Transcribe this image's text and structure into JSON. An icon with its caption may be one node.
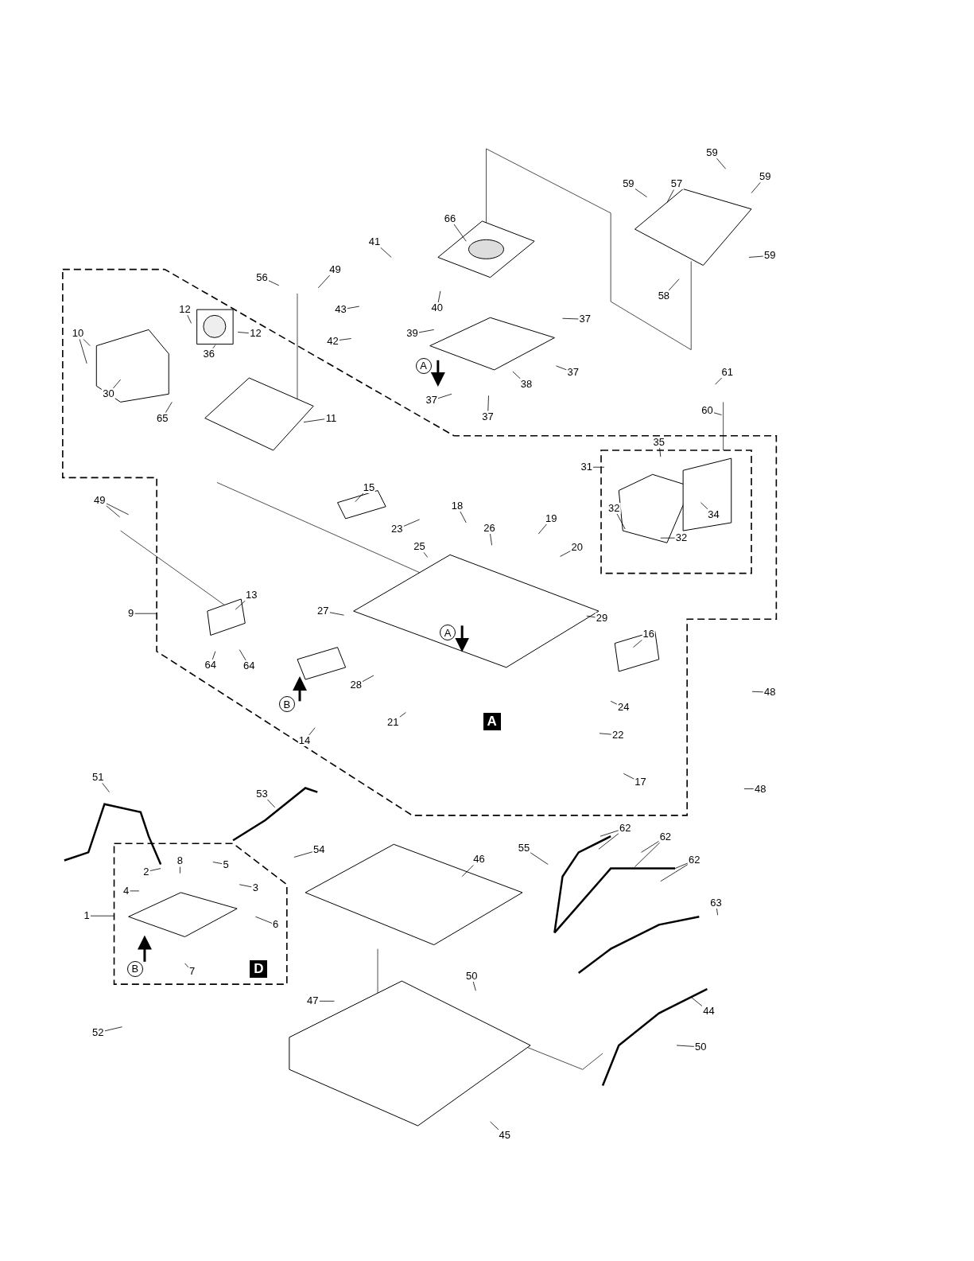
{
  "diagram": {
    "nodes": [
      {
        "text": [
          "59"
        ]
      },
      {
        "text": [
          "59"
        ]
      },
      {
        "text": [
          "57"
        ]
      },
      {
        "text": [
          "59"
        ]
      },
      {
        "text": [
          "59"
        ]
      },
      {
        "text": [
          "58"
        ]
      },
      {
        "text": [
          "66"
        ]
      },
      {
        "text": [
          "41"
        ]
      },
      {
        "text": [
          "49"
        ]
      },
      {
        "text": [
          "56"
        ]
      },
      {
        "text": [
          "43"
        ]
      },
      {
        "text": [
          "40"
        ]
      },
      {
        "text": [
          "39"
        ]
      },
      {
        "text": [
          "37"
        ]
      },
      {
        "text": [
          "42"
        ]
      },
      {
        "text": [
          "12"
        ]
      },
      {
        "text": [
          "12"
        ]
      },
      {
        "text": [
          "10"
        ]
      },
      {
        "text": [
          "36"
        ]
      },
      {
        "text": [
          "30"
        ]
      },
      {
        "text": [
          "65"
        ]
      },
      {
        "text": [
          "11"
        ]
      },
      {
        "text": [
          "37"
        ]
      },
      {
        "text": [
          "38"
        ]
      },
      {
        "text": [
          "37"
        ]
      },
      {
        "text": [
          "37"
        ]
      },
      {
        "text": [
          "61"
        ]
      },
      {
        "text": [
          "60"
        ]
      },
      {
        "text": [
          "31"
        ]
      },
      {
        "text": [
          "35"
        ]
      },
      {
        "text": [
          "32"
        ]
      },
      {
        "text": [
          "34"
        ]
      },
      {
        "text": [
          "32"
        ]
      },
      {
        "text": [
          "15"
        ]
      },
      {
        "text": [
          "18"
        ]
      },
      {
        "text": [
          "26"
        ]
      },
      {
        "text": [
          "19"
        ]
      },
      {
        "text": [
          "23"
        ]
      },
      {
        "text": [
          "25"
        ]
      },
      {
        "text": [
          "20"
        ]
      },
      {
        "text": [
          "49"
        ]
      },
      {
        "text": [
          "13"
        ]
      },
      {
        "text": [
          "9"
        ]
      },
      {
        "text": [
          "29"
        ]
      },
      {
        "text": [
          "27"
        ]
      },
      {
        "text": [
          "16"
        ]
      },
      {
        "text": [
          "64"
        ]
      },
      {
        "text": [
          "64"
        ]
      },
      {
        "text": [
          "28"
        ]
      },
      {
        "text": [
          "48"
        ]
      },
      {
        "text": [
          "24"
        ]
      },
      {
        "text": [
          "21"
        ]
      },
      {
        "text": [
          "22"
        ]
      },
      {
        "text": [
          "14"
        ]
      },
      {
        "text": [
          "17"
        ]
      },
      {
        "text": [
          "48"
        ]
      },
      {
        "text": [
          "51"
        ]
      },
      {
        "text": [
          "53"
        ]
      },
      {
        "text": [
          "62"
        ]
      },
      {
        "text": [
          "62"
        ]
      },
      {
        "text": [
          "62"
        ]
      },
      {
        "text": [
          "55"
        ]
      },
      {
        "text": [
          "54"
        ]
      },
      {
        "text": [
          "46"
        ]
      },
      {
        "text": [
          "8"
        ]
      },
      {
        "text": [
          "2"
        ]
      },
      {
        "text": [
          "5"
        ]
      },
      {
        "text": [
          "4"
        ]
      },
      {
        "text": [
          "3"
        ]
      },
      {
        "text": [
          "1"
        ]
      },
      {
        "text": [
          "6"
        ]
      },
      {
        "text": [
          "63"
        ]
      },
      {
        "text": [
          "7"
        ]
      },
      {
        "text": [
          "50"
        ]
      },
      {
        "text": [
          "47"
        ]
      },
      {
        "text": [
          "44"
        ]
      },
      {
        "text": [
          "52"
        ]
      },
      {
        "text": [
          "50"
        ]
      },
      {
        "text": [
          "45"
        ]
      }
    ],
    "edges": [
      {
        "from": 0,
        "to": null,
        "arrow": "none"
      },
      {
        "from": 1,
        "to": null,
        "arrow": "none"
      },
      {
        "from": 2,
        "to": null,
        "arrow": "none"
      },
      {
        "from": 3,
        "to": null,
        "arrow": "none"
      },
      {
        "from": 4,
        "to": null,
        "arrow": "none"
      },
      {
        "from": 5,
        "to": null,
        "arrow": "none"
      },
      {
        "from": 6,
        "to": null,
        "arrow": "none"
      },
      {
        "from": 7,
        "to": null,
        "arrow": "none"
      },
      {
        "from": 8,
        "to": null,
        "arrow": "none"
      },
      {
        "from": 9,
        "to": null,
        "arrow": "none"
      },
      {
        "from": 10,
        "to": null,
        "arrow": "none"
      },
      {
        "from": 11,
        "to": null,
        "arrow": "none"
      },
      {
        "from": 12,
        "to": null,
        "arrow": "none"
      },
      {
        "from": 13,
        "to": null,
        "arrow": "none"
      },
      {
        "from": 14,
        "to": null,
        "arrow": "none"
      },
      {
        "from": 15,
        "to": null,
        "arrow": "none"
      },
      {
        "from": 16,
        "to": null,
        "arrow": "none"
      },
      {
        "from": 17,
        "to": null,
        "arrow": "none"
      },
      {
        "from": 17,
        "to": null,
        "arrow": "none"
      },
      {
        "from": 18,
        "to": null,
        "arrow": "none"
      },
      {
        "from": 19,
        "to": null,
        "arrow": "none"
      },
      {
        "from": 20,
        "to": null,
        "arrow": "none"
      },
      {
        "from": 21,
        "to": null,
        "arrow": "none"
      },
      {
        "from": 22,
        "to": null,
        "arrow": "none"
      },
      {
        "from": 23,
        "to": null,
        "arrow": "none"
      },
      {
        "from": 24,
        "to": null,
        "arrow": "none"
      },
      {
        "from": 25,
        "to": null,
        "arrow": "none"
      },
      {
        "from": 26,
        "to": null,
        "arrow": "none"
      },
      {
        "from": 27,
        "to": null,
        "arrow": "none"
      },
      {
        "from": 28,
        "to": null,
        "arrow": "none"
      },
      {
        "from": 29,
        "to": null,
        "arrow": "none"
      },
      {
        "from": 30,
        "to": null,
        "arrow": "none"
      },
      {
        "from": 31,
        "to": null,
        "arrow": "none"
      },
      {
        "from": 32,
        "to": null,
        "arrow": "none"
      },
      {
        "from": 33,
        "to": null,
        "arrow": "none"
      },
      {
        "from": 34,
        "to": null,
        "arrow": "none"
      },
      {
        "from": 35,
        "to": null,
        "arrow": "none"
      },
      {
        "from": 36,
        "to": null,
        "arrow": "none"
      },
      {
        "from": 37,
        "to": null,
        "arrow": "none"
      },
      {
        "from": 38,
        "to": null,
        "arrow": "none"
      },
      {
        "from": 39,
        "to": null,
        "arrow": "none"
      },
      {
        "from": 40,
        "to": null,
        "arrow": "none"
      },
      {
        "from": 40,
        "to": null,
        "arrow": "none"
      },
      {
        "from": 41,
        "to": null,
        "arrow": "none"
      },
      {
        "from": 42,
        "to": null,
        "arrow": "none"
      },
      {
        "from": 43,
        "to": null,
        "arrow": "none"
      },
      {
        "from": 44,
        "to": null,
        "arrow": "none"
      },
      {
        "from": 45,
        "to": null,
        "arrow": "none"
      },
      {
        "from": 46,
        "to": null,
        "arrow": "none"
      },
      {
        "from": 47,
        "to": null,
        "arrow": "none"
      },
      {
        "from": 48,
        "to": null,
        "arrow": "none"
      },
      {
        "from": 49,
        "to": null,
        "arrow": "none"
      },
      {
        "from": 50,
        "to": null,
        "arrow": "none"
      },
      {
        "from": 51,
        "to": null,
        "arrow": "none"
      },
      {
        "from": 52,
        "to": null,
        "arrow": "none"
      },
      {
        "from": 53,
        "to": null,
        "arrow": "none"
      },
      {
        "from": 54,
        "to": null,
        "arrow": "none"
      },
      {
        "from": 55,
        "to": null,
        "arrow": "none"
      },
      {
        "from": 56,
        "to": null,
        "arrow": "none"
      },
      {
        "from": 57,
        "to": null,
        "arrow": "none"
      },
      {
        "from": 58,
        "to": null,
        "arrow": "none"
      },
      {
        "from": 58,
        "to": null,
        "arrow": "none"
      },
      {
        "from": 59,
        "to": null,
        "arrow": "none"
      },
      {
        "from": 59,
        "to": null,
        "arrow": "none"
      },
      {
        "from": 60,
        "to": null,
        "arrow": "none"
      },
      {
        "from": 60,
        "to": null,
        "arrow": "none"
      },
      {
        "from": 61,
        "to": null,
        "arrow": "none"
      },
      {
        "from": 62,
        "to": null,
        "arrow": "none"
      },
      {
        "from": 63,
        "to": null,
        "arrow": "none"
      },
      {
        "from": 64,
        "to": null,
        "arrow": "none"
      },
      {
        "from": 65,
        "to": null,
        "arrow": "none"
      },
      {
        "from": 66,
        "to": null,
        "arrow": "none"
      },
      {
        "from": 67,
        "to": null,
        "arrow": "none"
      },
      {
        "from": 68,
        "to": null,
        "arrow": "none"
      },
      {
        "from": 69,
        "to": null,
        "arrow": "none"
      },
      {
        "from": 70,
        "to": null,
        "arrow": "none"
      },
      {
        "from": 71,
        "to": null,
        "arrow": "none"
      },
      {
        "from": 72,
        "to": null,
        "arrow": "none"
      },
      {
        "from": 73,
        "to": null,
        "arrow": "none"
      },
      {
        "from": 74,
        "to": null,
        "arrow": "none"
      },
      {
        "from": 75,
        "to": null,
        "arrow": "none"
      },
      {
        "from": 76,
        "to": null,
        "arrow": "none"
      },
      {
        "from": 77,
        "to": null,
        "arrow": "none"
      },
      {
        "from": 78,
        "to": null,
        "arrow": "none"
      }
    ],
    "labels": [
      "A",
      "A",
      "B",
      "B",
      "A",
      "D"
    ]
  }
}
